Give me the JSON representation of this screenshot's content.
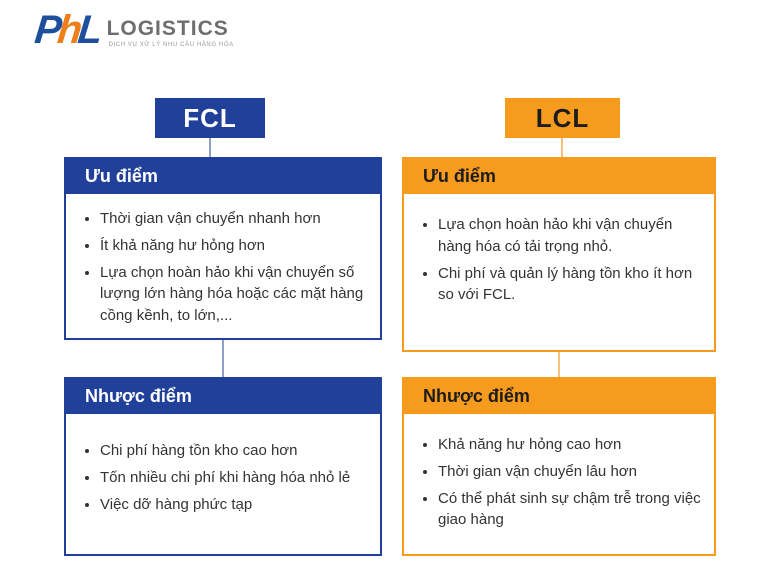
{
  "logo": {
    "mark_p": "P",
    "mark_h": "h",
    "mark_l": "L",
    "name": "LOGISTICS",
    "tagline": "DỊCH VỤ XỬ LÝ NHU CẦU HÀNG HÓA"
  },
  "colors": {
    "fcl_blue": "#21409a",
    "lcl_orange": "#f79b1e",
    "body_text": "#333333"
  },
  "fcl": {
    "header": "FCL",
    "advantages_title": "Ưu điểm",
    "advantages": [
      "Thời gian vận chuyển nhanh hơn",
      "Ít khả năng hư hỏng hơn",
      "Lựa chọn hoàn hảo khi vận chuyển số lượng lớn hàng hóa hoặc các mặt hàng cồng kềnh, to lớn,..."
    ],
    "disadvantages_title": "Nhược điểm",
    "disadvantages": [
      "Chi phí hàng tồn kho cao hơn",
      "Tốn nhiều chi phí khi hàng hóa nhỏ lẻ",
      "Việc dỡ hàng phức tạp"
    ]
  },
  "lcl": {
    "header": "LCL",
    "advantages_title": "Ưu điểm",
    "advantages": [
      "Lựa chọn hoàn hảo khi vận chuyển hàng hóa có tải trọng nhỏ.",
      "Chi phí và quản lý hàng tồn kho ít hơn so với FCL."
    ],
    "disadvantages_title": "Nhược điểm",
    "disadvantages": [
      "Khả năng hư hỏng cao hơn",
      "Thời gian vận chuyển lâu hơn",
      "Có thể phát sinh sự chậm trễ trong việc giao hàng"
    ]
  }
}
